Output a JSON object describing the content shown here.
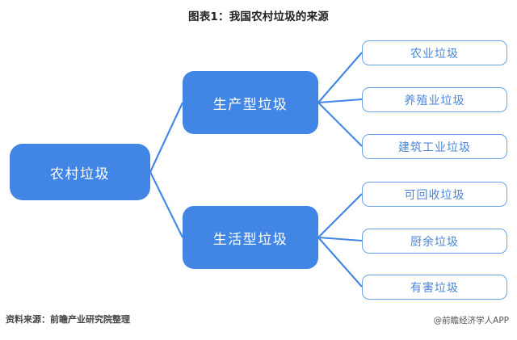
{
  "chart": {
    "title": "图表1：我国农村垃圾的来源",
    "type": "tree-diagram"
  },
  "diagram": {
    "root": {
      "label": "农村垃圾"
    },
    "branches": [
      {
        "label": "生产型垃圾",
        "leaves": [
          {
            "label": "农业垃圾"
          },
          {
            "label": "养殖业垃圾"
          },
          {
            "label": "建筑工业垃圾"
          }
        ]
      },
      {
        "label": "生活型垃圾",
        "leaves": [
          {
            "label": "可回收垃圾"
          },
          {
            "label": "厨余垃圾"
          },
          {
            "label": "有害垃圾"
          }
        ]
      }
    ]
  },
  "footer": {
    "source": "资料来源：前瞻产业研究院整理",
    "watermark": "@前瞻经济学人APP"
  },
  "colors": {
    "node_fill": "#4286e5",
    "node_text": "#ffffff",
    "leaf_border": "#6ba3e8",
    "leaf_text": "#4a86d8",
    "connector": "#4286e5",
    "title_text": "#222222",
    "background": "#ffffff"
  }
}
